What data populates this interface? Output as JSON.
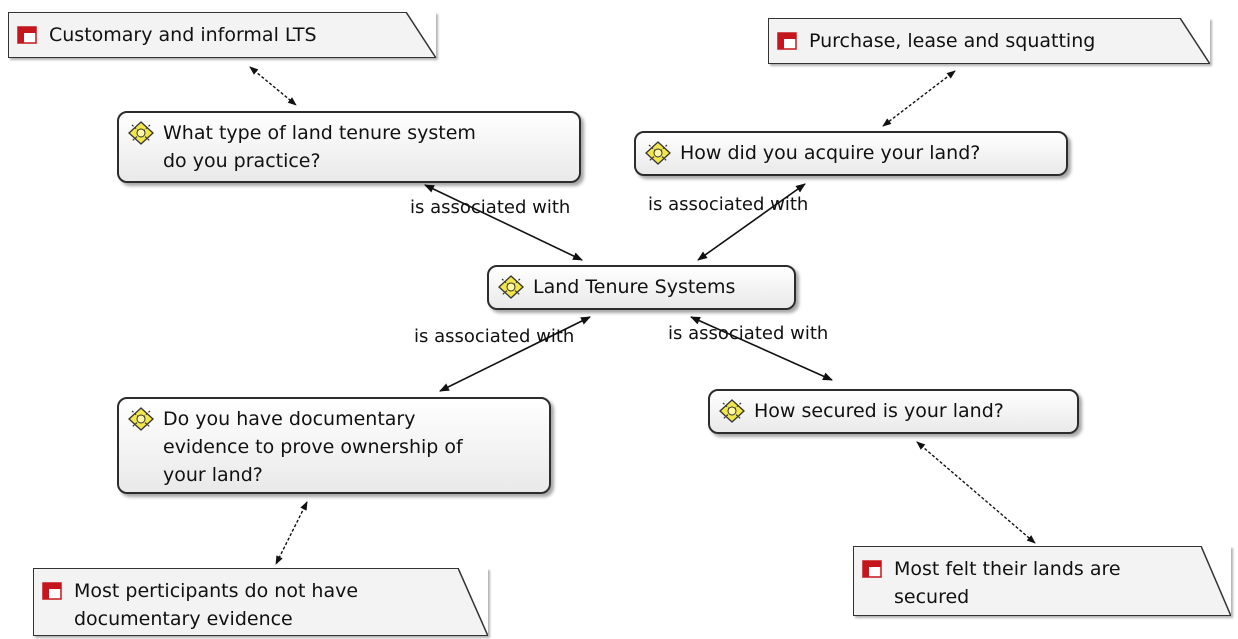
{
  "diagram": {
    "center": {
      "label": "Land Tenure Systems",
      "icon": "code-icon"
    },
    "codes": [
      {
        "id": "q-tenure",
        "label": "What type of land tenure system\ndo you practice?",
        "icon": "code-icon"
      },
      {
        "id": "q-acquire",
        "label": "How did you acquire your land?",
        "icon": "code-icon"
      },
      {
        "id": "q-evidence",
        "label": "Do you have documentary\nevidence to prove ownership of\nyour land?",
        "icon": "code-icon"
      },
      {
        "id": "q-secured",
        "label": "How secured is your land?",
        "icon": "code-icon"
      }
    ],
    "notes": [
      {
        "id": "m-customary",
        "label": "Customary and informal LTS",
        "icon": "memo-icon"
      },
      {
        "id": "m-purchase",
        "label": "Purchase, lease and squatting",
        "icon": "memo-icon"
      },
      {
        "id": "m-evidence",
        "label": "Most perticipants do not have\ndocumentary evidence",
        "icon": "memo-icon"
      },
      {
        "id": "m-secured",
        "label": "Most felt their lands are\nsecured",
        "icon": "memo-icon"
      }
    ],
    "links": [
      {
        "from": "q-tenure",
        "to": "center",
        "label": "is associated with"
      },
      {
        "from": "q-acquire",
        "to": "center",
        "label": "is associated with"
      },
      {
        "from": "q-evidence",
        "to": "center",
        "label": "is associated with"
      },
      {
        "from": "q-secured",
        "to": "center",
        "label": "is associated with"
      }
    ],
    "colors": {
      "code_icon_fill": "#f2e64a",
      "memo_icon_red": "#c4161c",
      "border": "#2c2c2c",
      "note_bg": "#f3f3f3"
    }
  }
}
